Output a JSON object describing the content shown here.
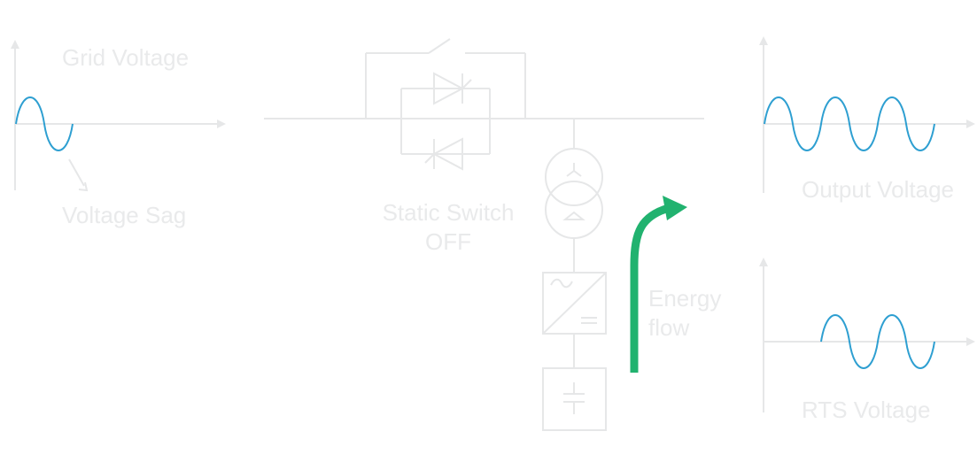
{
  "labels": {
    "grid_voltage": "Grid Voltage",
    "voltage_sag": "Voltage Sag",
    "static_switch_line1": "Static Switch",
    "static_switch_line2": "OFF",
    "output_voltage": "Output Voltage",
    "energy_flow_line1": "Energy",
    "energy_flow_line2": "flow",
    "rts_voltage": "RTS Voltage"
  },
  "colors": {
    "line_gray": "#e6e7e8",
    "text_gray": "#e9eaeb",
    "waveform_blue": "#2e9fd1",
    "energy_arrow_green": "#21b26f"
  },
  "icons": {
    "transformer": "transformer-icon",
    "converter": "ac-dc-converter-icon",
    "capacitor": "capacitor-icon",
    "thyristor": "thyristor-icon",
    "bypass_switch": "bypass-switch-icon"
  }
}
